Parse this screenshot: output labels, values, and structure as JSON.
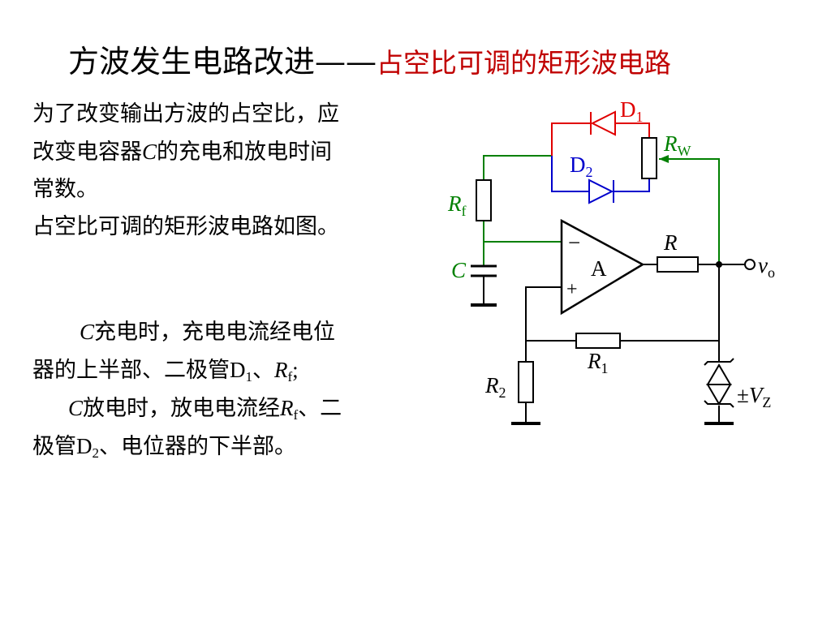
{
  "title": {
    "main": "方波发生电路改进——",
    "accent": "占空比可调的矩形波电路",
    "accent_color": "#c00000"
  },
  "block1": {
    "line1": "为了改变输出方波的占空比，应",
    "line2_pre": "改变电容器",
    "line2_var": "C",
    "line2_post": "的充电和放电时间",
    "line3": "常数。",
    "line4": "占空比可调的矩形波电路如图。"
  },
  "block2": {
    "p1_var": "C",
    "p1_line1": "充电时，充电电流经电位",
    "p1_line2_pre": "器的上半部、二极管",
    "p1_d": "D",
    "p1_d_sub": "1",
    "p1_sep": "、",
    "p1_r": "R",
    "p1_r_sub": "f",
    "p1_end": ";",
    "p2_var": "C",
    "p2_line1_pre": "放电时，放电电流经",
    "p2_r": "R",
    "p2_r_sub": "f",
    "p2_line1_post": "、二",
    "p2_line2_pre": "极管",
    "p2_d": "D",
    "p2_d_sub": "2",
    "p2_line2_post": "、电位器的下半部。"
  },
  "circuit": {
    "colors": {
      "red": "#e00000",
      "blue": "#0000cc",
      "green": "#008000",
      "black": "#000000"
    },
    "d1": {
      "main": "D",
      "sub": "1"
    },
    "d2": {
      "main": "D",
      "sub": "2"
    },
    "rw": {
      "main": "R",
      "sub": "W"
    },
    "rf": {
      "main": "R",
      "sub": "f"
    },
    "c": "C",
    "r": "R",
    "r1": {
      "main": "R",
      "sub": "1"
    },
    "r2": {
      "main": "R",
      "sub": "2"
    },
    "opamp": "A",
    "minus": "−",
    "plus": "+",
    "vo": {
      "main": "v",
      "sub": "o"
    },
    "vz": {
      "pm": "±",
      "main": "V",
      "sub": "Z"
    }
  }
}
